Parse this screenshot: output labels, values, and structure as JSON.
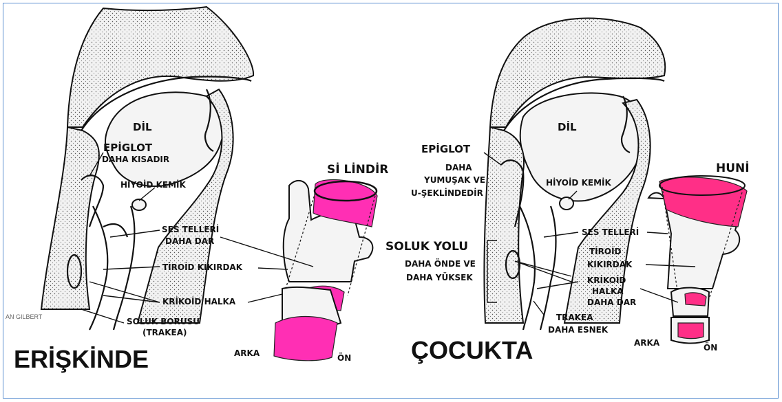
{
  "adult": {
    "title": "ERİŞKİNDE",
    "tongue": "DİL",
    "epiglottis": "EPİGLOT",
    "epiglottis_note": "DAHA KISADIR",
    "hyoid": "HİYOİD KEMİK",
    "vocal_cords_1": "SES TELLERİ",
    "vocal_cords_2": "DAHA DAR",
    "thyroid": "TİROİD KIKIRDAK",
    "cricoid": "KRİKOİD HALKA",
    "trachea_1": "SOLUK BORUSU",
    "trachea_2": "(TRAKEA)",
    "shape": "Sİ LİNDİR",
    "back": "ARKA",
    "front": "ÖN",
    "credit": "AN GILBERT"
  },
  "child": {
    "title": "ÇOCUKTA",
    "tongue": "DİL",
    "epiglottis": "EPİGLOT",
    "epiglottis_note_1": "DAHA",
    "epiglottis_note_2": "YUMUŞAK VE",
    "epiglottis_note_3": "U-ŞEKLİNDEDİR",
    "hyoid": "HİYOİD KEMİK",
    "vocal_cords": "SES TELLERİ",
    "airway": "SOLUK YOLU",
    "airway_note_1": "DAHA ÖNDE VE",
    "airway_note_2": "DAHA YÜKSEK",
    "thyroid_1": "TİROİD",
    "thyroid_2": "KIKIRDAK",
    "cricoid_1": "KRİKOİD",
    "cricoid_2": "HALKA",
    "cricoid_3": "DAHA DAR",
    "trachea_1": "TRAKEA",
    "trachea_2": "DAHA ESNEK",
    "shape": "HUNİ",
    "back": "ARKA",
    "front": "ÖN"
  },
  "colors": {
    "border": "#5b8fd0",
    "highlight_adult": "#ff2fb4",
    "highlight_child": "#ff2f87"
  }
}
